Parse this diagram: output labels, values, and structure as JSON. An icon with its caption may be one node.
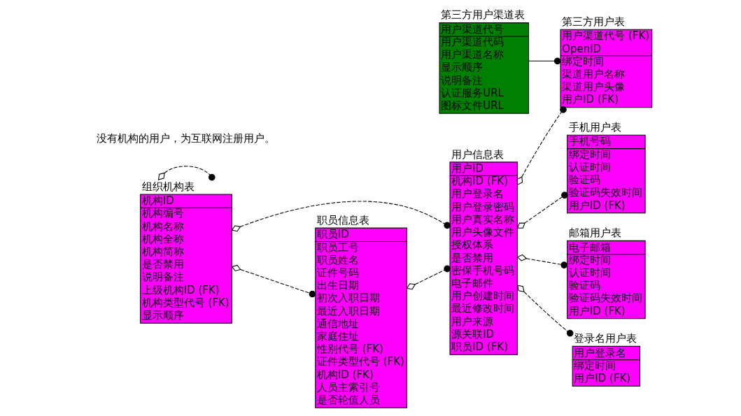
{
  "diagram": {
    "nodes": [
      {
        "text": [
          "手机用户表",
          "手机号码",
          "绑定时间",
          "认证时间",
          "验证码",
          "验证码失效时间",
          "用户ID (FK)"
        ]
      },
      {
        "text": [
          "组织机构表",
          "机构ID",
          "机构编号",
          "机构名称",
          "机构全称",
          "机构简称",
          "是否禁用",
          "说明备注",
          "上级机构ID (FK)",
          "机构类型代号 (FK)",
          "显示顺序"
        ]
      },
      {
        "text": [
          "用户信息表",
          "用户ID",
          "机构ID (FK)",
          "用户登录名",
          "用户登录密码",
          "用户真实名称",
          "用户头像文件",
          "授权体系",
          "是否禁用",
          "密保手机号码",
          "电子邮件",
          "用户创建时间",
          "最近修改时间",
          "用户来源",
          "源关联ID",
          "职员ID (FK)"
        ]
      },
      {
        "text": [
          "第三方用户表",
          "用户渠道代号 (FK)",
          "OpenID",
          "绑定时间",
          "渠道用户名称",
          "渠道用户头像",
          "用户ID (FK)"
        ]
      },
      {
        "text": [
          "职员信息表",
          "职员ID",
          "职员工号",
          "职员姓名",
          "证件号码",
          "出生日期",
          "初次入职日期",
          "最近入职日期",
          "通信地址",
          "家庭住址",
          "性别代号 (FK)",
          "证件类型代号 (FK)",
          "机构ID (FK)",
          "人员主索引号",
          "是否轮值人员"
        ]
      },
      {
        "text": [
          "邮箱用户表",
          "电子邮箱",
          "绑定时间",
          "认证时间",
          "验证码",
          "验证码失效时间",
          "用户ID (FK)"
        ]
      },
      {
        "text": [
          "登录名用户表",
          "用户登录名",
          "绑定时间",
          "用户ID (FK)"
        ]
      },
      {
        "text": [
          "第三方用户渠道表",
          "用户渠道代号",
          "用户渠道代码",
          "用户渠道名称",
          "显示顺序",
          "说明备注",
          "认证服务URL",
          "图标文件URL"
        ]
      }
    ],
    "edges": [
      {
        "from": 2,
        "to": 0,
        "arrow": "other",
        "style": "dashed"
      },
      {
        "from": 1,
        "to": 2,
        "arrow": "other",
        "style": "dashed"
      },
      {
        "from": 1,
        "to": 1,
        "arrow": "other",
        "style": "dashed"
      },
      {
        "from": 1,
        "to": 4,
        "arrow": "other",
        "style": "dashed"
      },
      {
        "from": 4,
        "to": 2,
        "arrow": "other",
        "style": "dashed"
      },
      {
        "from": 2,
        "to": 3,
        "arrow": "other",
        "style": "dashed"
      },
      {
        "from": 2,
        "to": 5,
        "arrow": "other",
        "style": "dashed"
      },
      {
        "from": 2,
        "to": 6,
        "arrow": "other",
        "style": "dashed"
      },
      {
        "from": 7,
        "to": 3,
        "arrow": "other"
      }
    ],
    "labels": [
      "没有机构的用户，为互联网注册用户。"
    ]
  }
}
